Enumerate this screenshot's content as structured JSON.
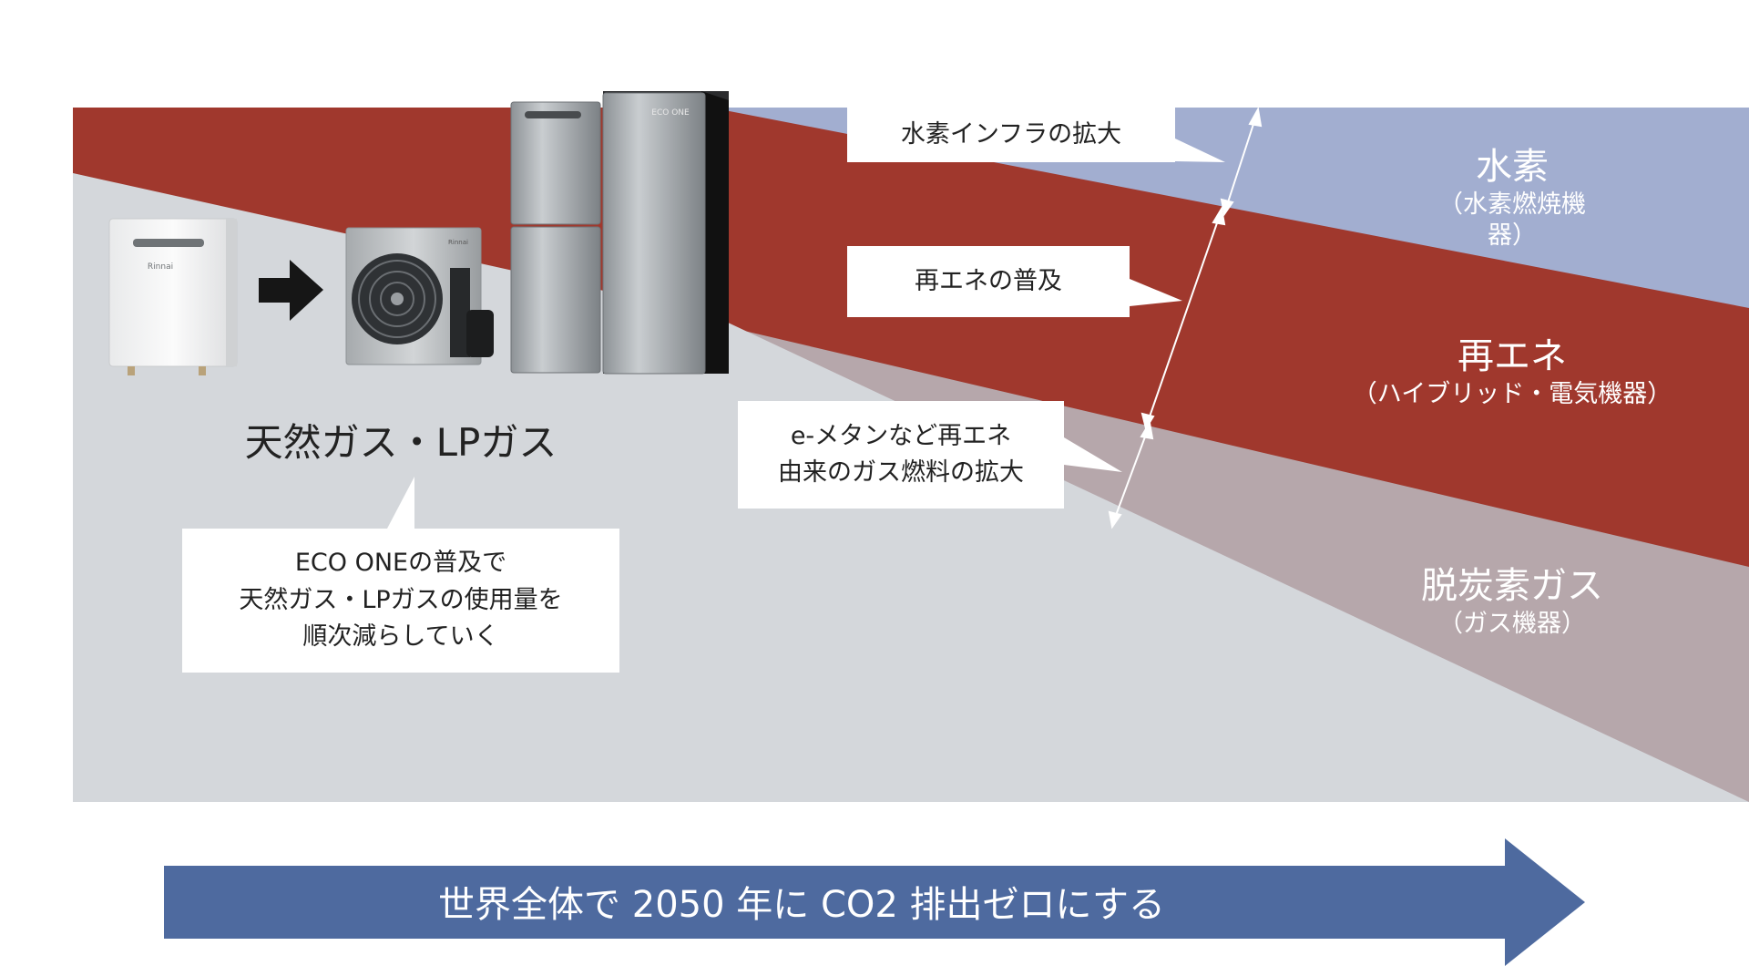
{
  "zones": {
    "hydrogen": {
      "title": "水素",
      "sub": "（水素燃焼機器）"
    },
    "renewable": {
      "title": "再エネ",
      "sub": "（ハイブリッド・電気機器）"
    },
    "decarb_gas": {
      "title": "脱炭素ガス",
      "sub": "（ガス機器）"
    }
  },
  "main_label": "天然ガス・LPガス",
  "callouts": {
    "hydrogen_infra": "水素インフラの拡大",
    "renewable_spread": "再エネの普及",
    "emethane_line1": "e-メタンなど再エネ",
    "emethane_line2": "由来のガス燃料の拡大",
    "ecoone_line1": "ECO ONEの普及で",
    "ecoone_line2": "天然ガス・LPガスの使用量を",
    "ecoone_line3": "順次減らしていく"
  },
  "devices": {
    "water_heater_brand": "Rinnai",
    "heat_pump_brand": "Rinnai",
    "eco_one_brand": "ECO ONE"
  },
  "bottom_arrow": "世界全体で 2050 年に CO2 排出ゼロにする",
  "colors": {
    "hydrogen": "#a2aed0",
    "renewable": "#a0382d",
    "decarb_gas": "#b6a7ab",
    "natural_gas": "#d4d7db",
    "arrow": "#4e6a9f"
  }
}
